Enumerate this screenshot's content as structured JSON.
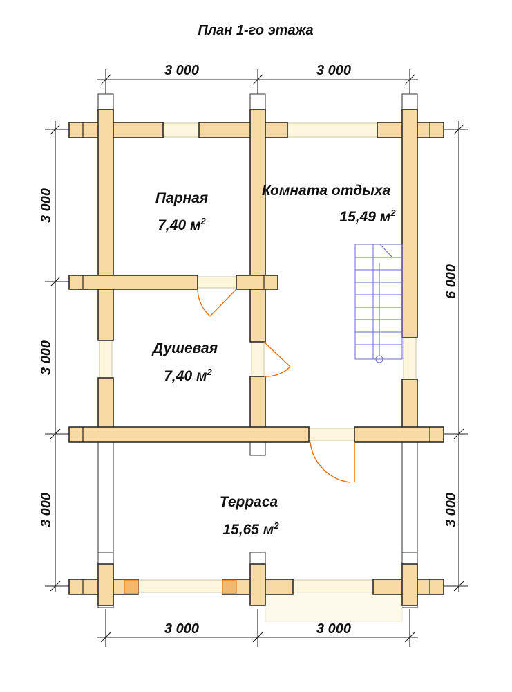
{
  "title": "План 1-го этажа",
  "rooms": {
    "parnaya": {
      "name": "Парная",
      "area": "7,40 м",
      "unit_sup": "2"
    },
    "dushevaya": {
      "name": "Душевая",
      "area": "7,40 м",
      "unit_sup": "2"
    },
    "komnata": {
      "name": "Комната отдыха",
      "area": "15,49 м",
      "unit_sup": "2"
    },
    "terrasa": {
      "name": "Терраса",
      "area": "15,65 м",
      "unit_sup": "2"
    }
  },
  "dimensions": {
    "top_left": "3 000",
    "top_right": "3 000",
    "bottom_left": "3 000",
    "bottom_right": "3 000",
    "left_upper": "3 000",
    "left_middle": "3 000",
    "left_lower": "3 000",
    "right_total": "6 000",
    "right_lower": "3 000"
  },
  "colors": {
    "wall": "#f7d9a4",
    "window": "#fbf6dc",
    "door_swing": "#e8700a",
    "stairs": "#6a6ad8"
  }
}
